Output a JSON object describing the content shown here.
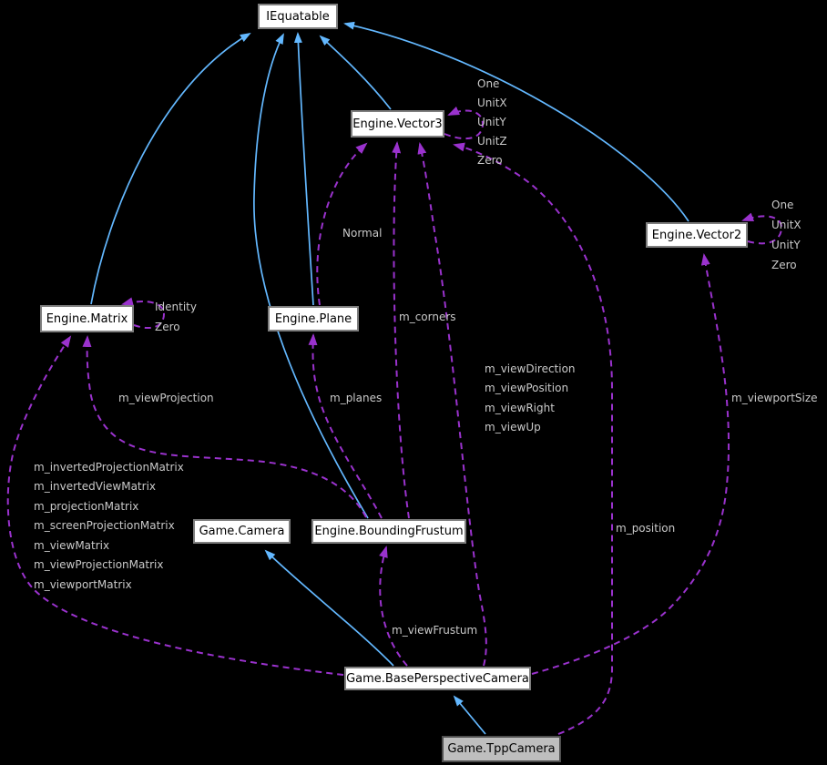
{
  "diagram": {
    "type": "collaboration-graph",
    "colors": {
      "background": "#000000",
      "inheritance_edge": "#63b8ff",
      "usage_edge": "#9a32cd",
      "node_background": "#ffffff",
      "node_border": "#7e7e7e",
      "highlighted_node_background": "#bebebe",
      "edge_label_text": "#c9c9c9"
    },
    "nodes": [
      {
        "id": "iequatable",
        "label": "IEquatable"
      },
      {
        "id": "vector3",
        "label": "Engine.Vector3"
      },
      {
        "id": "vector2",
        "label": "Engine.Vector2"
      },
      {
        "id": "matrix",
        "label": "Engine.Matrix"
      },
      {
        "id": "plane",
        "label": "Engine.Plane"
      },
      {
        "id": "camera",
        "label": "Game.Camera"
      },
      {
        "id": "boundingfrustum",
        "label": "Engine.BoundingFrustum"
      },
      {
        "id": "baseperspectivecamera",
        "label": "Game.BasePerspectiveCamera"
      },
      {
        "id": "tppcamera",
        "label": "Game.TppCamera",
        "highlighted": true
      }
    ],
    "labels": {
      "vector3_statics": [
        "One",
        "UnitX",
        "UnitY",
        "UnitZ",
        "Zero"
      ],
      "vector2_statics": [
        "One",
        "UnitX",
        "UnitY",
        "Zero"
      ],
      "matrix_statics": [
        "Identity",
        "Zero"
      ],
      "normal": "Normal",
      "m_corners": "m_corners",
      "m_viewProjection": "m_viewProjection",
      "m_planes": "m_planes",
      "frustum_vectors": [
        "m_viewDirection",
        "m_viewPosition",
        "m_viewRight",
        "m_viewUp"
      ],
      "camera_matrices": [
        "m_invertedProjectionMatrix",
        "m_invertedViewMatrix",
        "m_projectionMatrix",
        "m_screenProjectionMatrix",
        "m_viewMatrix",
        "m_viewProjectionMatrix",
        "m_viewportMatrix"
      ],
      "m_viewportSize": "m_viewportSize",
      "m_position": "m_position",
      "m_viewFrustum": "m_viewFrustum"
    },
    "edges": [
      {
        "from": "Engine.Matrix",
        "to": "IEquatable",
        "kind": "inheritance"
      },
      {
        "from": "Engine.Plane",
        "to": "IEquatable",
        "kind": "inheritance"
      },
      {
        "from": "Engine.BoundingFrustum",
        "to": "IEquatable",
        "kind": "inheritance"
      },
      {
        "from": "Engine.Vector3",
        "to": "IEquatable",
        "kind": "inheritance"
      },
      {
        "from": "Engine.Vector2",
        "to": "IEquatable",
        "kind": "inheritance"
      },
      {
        "from": "Game.BasePerspectiveCamera",
        "to": "Game.Camera",
        "kind": "inheritance"
      },
      {
        "from": "Game.TppCamera",
        "to": "Game.BasePerspectiveCamera",
        "kind": "inheritance"
      },
      {
        "from": "Engine.Vector3",
        "to": "Engine.Vector3",
        "kind": "usage",
        "label": "One\nUnitX\nUnitY\nUnitZ\nZero"
      },
      {
        "from": "Engine.Vector2",
        "to": "Engine.Vector2",
        "kind": "usage",
        "label": "One\nUnitX\nUnitY\nZero"
      },
      {
        "from": "Engine.Matrix",
        "to": "Engine.Matrix",
        "kind": "usage",
        "label": "Identity\nZero"
      },
      {
        "from": "Engine.Plane",
        "to": "Engine.Vector3",
        "kind": "usage",
        "label": "Normal"
      },
      {
        "from": "Engine.BoundingFrustum",
        "to": "Engine.Vector3",
        "kind": "usage",
        "label": "m_corners"
      },
      {
        "from": "Engine.BoundingFrustum",
        "to": "Engine.Matrix",
        "kind": "usage",
        "label": "m_viewProjection"
      },
      {
        "from": "Engine.BoundingFrustum",
        "to": "Engine.Plane",
        "kind": "usage",
        "label": "m_planes"
      },
      {
        "from": "Game.BasePerspectiveCamera",
        "to": "Engine.Vector3",
        "kind": "usage",
        "label": "m_viewDirection\nm_viewPosition\nm_viewRight\nm_viewUp"
      },
      {
        "from": "Game.BasePerspectiveCamera",
        "to": "Engine.Matrix",
        "kind": "usage",
        "label": "m_invertedProjectionMatrix\nm_invertedViewMatrix\nm_projectionMatrix\nm_screenProjectionMatrix\nm_viewMatrix\nm_viewProjectionMatrix\nm_viewportMatrix"
      },
      {
        "from": "Game.BasePerspectiveCamera",
        "to": "Engine.BoundingFrustum",
        "kind": "usage",
        "label": "m_viewFrustum"
      },
      {
        "from": "Game.BasePerspectiveCamera",
        "to": "Engine.Vector2",
        "kind": "usage",
        "label": "m_viewportSize"
      },
      {
        "from": "Game.TppCamera",
        "to": "Engine.Vector3",
        "kind": "usage",
        "label": "m_position"
      }
    ]
  }
}
